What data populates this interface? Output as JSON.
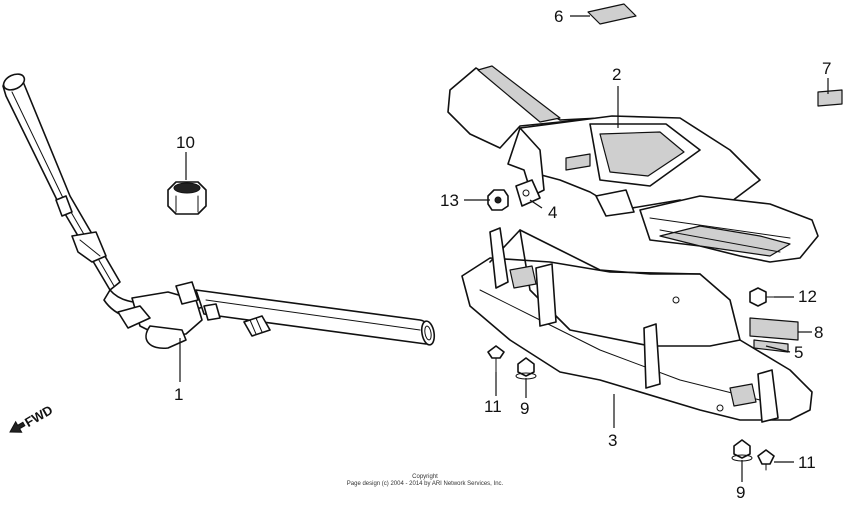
{
  "labels": {
    "p1": "1",
    "p2": "2",
    "p3": "3",
    "p4": "4",
    "p5": "5",
    "p6": "6",
    "p7": "7",
    "p8": "8",
    "p9a": "9",
    "p9b": "9",
    "p10": "10",
    "p11a": "11",
    "p11b": "11",
    "p12": "12",
    "p13": "13"
  },
  "fwd": "FWD",
  "copyright": {
    "line1": "Copyright",
    "line2": "Page design (c) 2004 - 2014 by ARI Network Services, Inc."
  }
}
